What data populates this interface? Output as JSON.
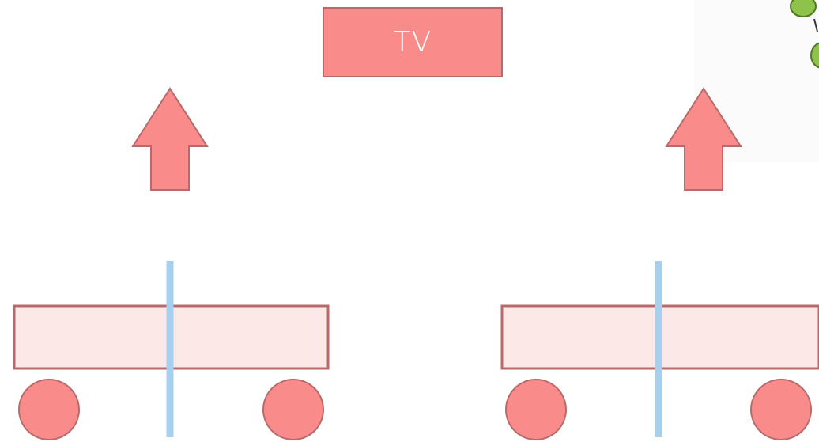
{
  "diagram": {
    "tv": {
      "label": "TV"
    },
    "colors": {
      "box_fill": "#f98b8b",
      "box_stroke": "#b86a6a",
      "cart_fill": "#fde8e8",
      "axis_line": "#a7cfee",
      "corner_leaf": "#8fc24a"
    },
    "arrows": [
      {
        "direction": "up",
        "icon": "arrow-up-icon"
      },
      {
        "direction": "up",
        "icon": "arrow-up-icon"
      }
    ],
    "carts": [
      {
        "wheels": 2,
        "center_line": true
      },
      {
        "wheels": 2,
        "center_line": true
      }
    ]
  }
}
